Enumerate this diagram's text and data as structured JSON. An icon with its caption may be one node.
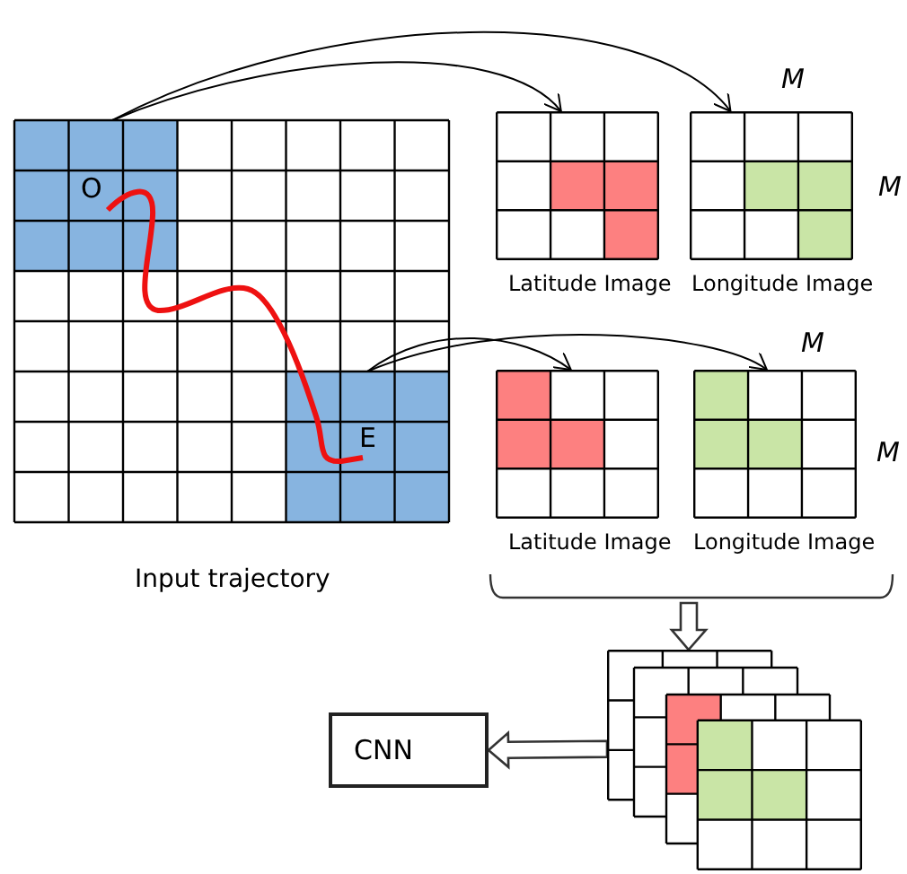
{
  "diagram": {
    "nodes": [
      {
        "text": [],
        "shape": "picture",
        "beside": [
          "Input trajectory"
        ]
      },
      {
        "text": [
          "O"
        ],
        "in": 0
      },
      {
        "text": [
          "E"
        ],
        "in": 0
      },
      {
        "text": [],
        "shape": "picture",
        "beside": [
          "Latitude Image"
        ]
      },
      {
        "text": [],
        "shape": "picture",
        "beside": [
          "Longitude Image"
        ]
      },
      {
        "text": [],
        "shape": "picture",
        "beside": [
          "Latitude Image"
        ]
      },
      {
        "text": [],
        "shape": "picture",
        "beside": [
          "Longitude Image"
        ]
      },
      {
        "text": [],
        "shape": "picture"
      },
      {
        "text": [
          "CNN"
        ]
      }
    ],
    "edges": [
      {
        "from": 1,
        "to": 3,
        "arrow": "to"
      },
      {
        "from": 1,
        "to": 4,
        "arrow": "to"
      },
      {
        "from": 2,
        "to": 5,
        "arrow": "to"
      },
      {
        "from": 2,
        "to": 6,
        "arrow": "to"
      },
      {
        "from": null,
        "to": 7,
        "arrow": "to"
      },
      {
        "from": 7,
        "to": 8,
        "arrow": "to"
      }
    ],
    "labels": [
      "M",
      "M",
      "M",
      "M"
    ]
  }
}
